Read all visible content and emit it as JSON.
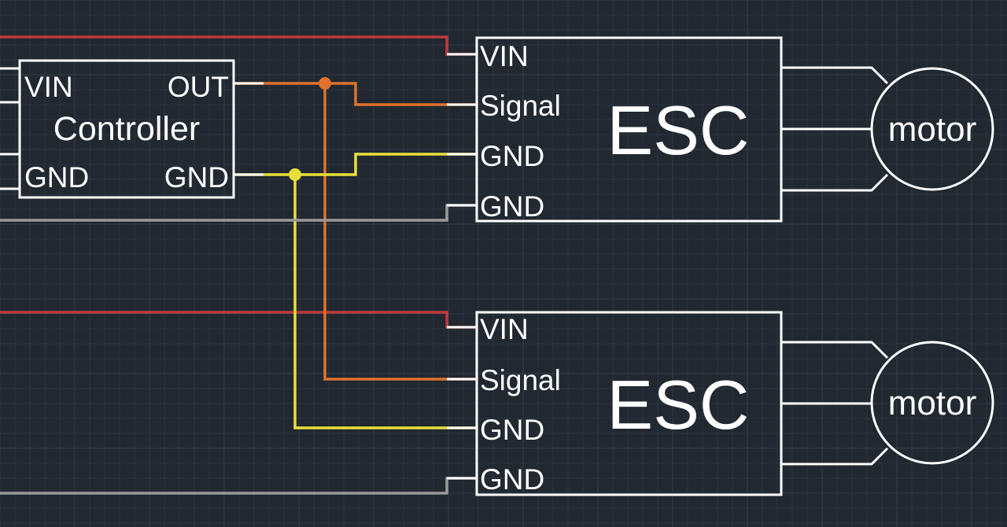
{
  "controller": {
    "title": "Controller",
    "pins": {
      "vin": "VIN",
      "out": "OUT",
      "gnd_left": "GND",
      "gnd_right": "GND"
    }
  },
  "esc_units": [
    {
      "title": "ESC",
      "pins": {
        "vin": "VIN",
        "signal": "Signal",
        "gnd1": "GND",
        "gnd2": "GND"
      },
      "motor_label": "motor"
    },
    {
      "title": "ESC",
      "pins": {
        "vin": "VIN",
        "signal": "Signal",
        "gnd1": "GND",
        "gnd2": "GND"
      },
      "motor_label": "motor"
    }
  ],
  "colors": {
    "background": "#212830",
    "grid_minor": "#2b3440",
    "grid_major": "#323c49",
    "component_outline": "#ffffff",
    "power_wire": "#c0393f",
    "signal_wire": "#e0722c",
    "ground_signal_wire": "#e8e03a",
    "ground_wire": "#9a9a9a"
  }
}
